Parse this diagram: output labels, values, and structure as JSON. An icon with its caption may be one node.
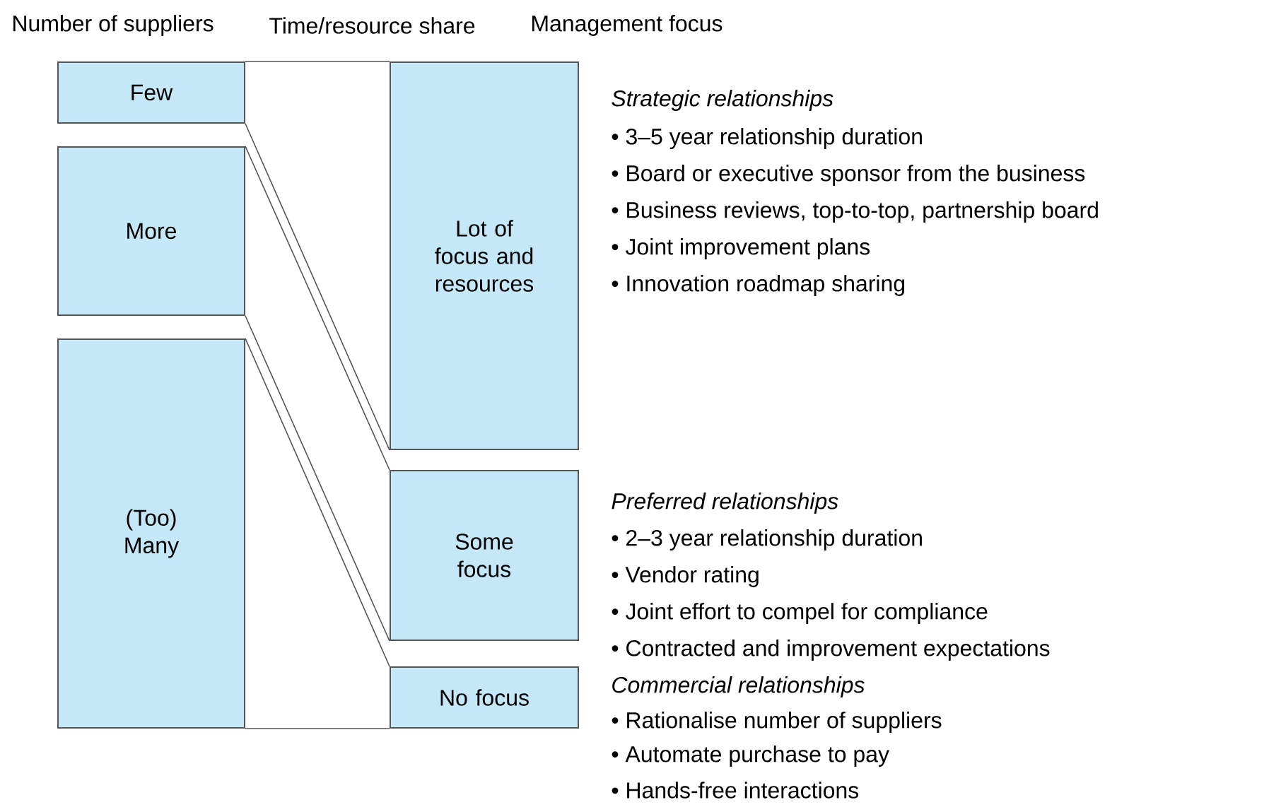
{
  "diagram": {
    "nodes": [
      {
        "text": [
          "Few"
        ]
      },
      {
        "text": [
          "More"
        ]
      },
      {
        "text": [
          "(Too) Many"
        ]
      },
      {
        "text": [
          "Lot of focus and resources"
        ]
      },
      {
        "text": [
          "Some focus"
        ]
      },
      {
        "text": [
          "No focus"
        ]
      }
    ],
    "edges": [
      {
        "from": 0,
        "to": 3,
        "arrow": "none"
      },
      {
        "from": 0,
        "to": 3,
        "arrow": "none"
      },
      {
        "from": 1,
        "to": 4,
        "arrow": "none"
      },
      {
        "from": 1,
        "to": 4,
        "arrow": "none"
      },
      {
        "from": 2,
        "to": 5,
        "arrow": "none"
      },
      {
        "from": 2,
        "to": 5,
        "arrow": "none"
      }
    ],
    "labels": [
      "Number of suppliers",
      "Time/resource share",
      "Management focus",
      "Strategic relationships",
      "• 3–5 year relationship duration",
      "• Board or executive sponsor from the business",
      "• Business reviews, top-to-top, partnership board",
      "• Joint improvement plans",
      "• Innovation roadmap sharing",
      "Preferred relationships",
      "• 2–3 year relationship duration",
      "• Vendor rating",
      "• Joint effort to compel for compliance",
      "• Contracted and improvement expectations",
      "Commercial relationships",
      "• Rationalise number of suppliers",
      "• Automate purchase to pay",
      "• Hands-free interactions"
    ]
  }
}
